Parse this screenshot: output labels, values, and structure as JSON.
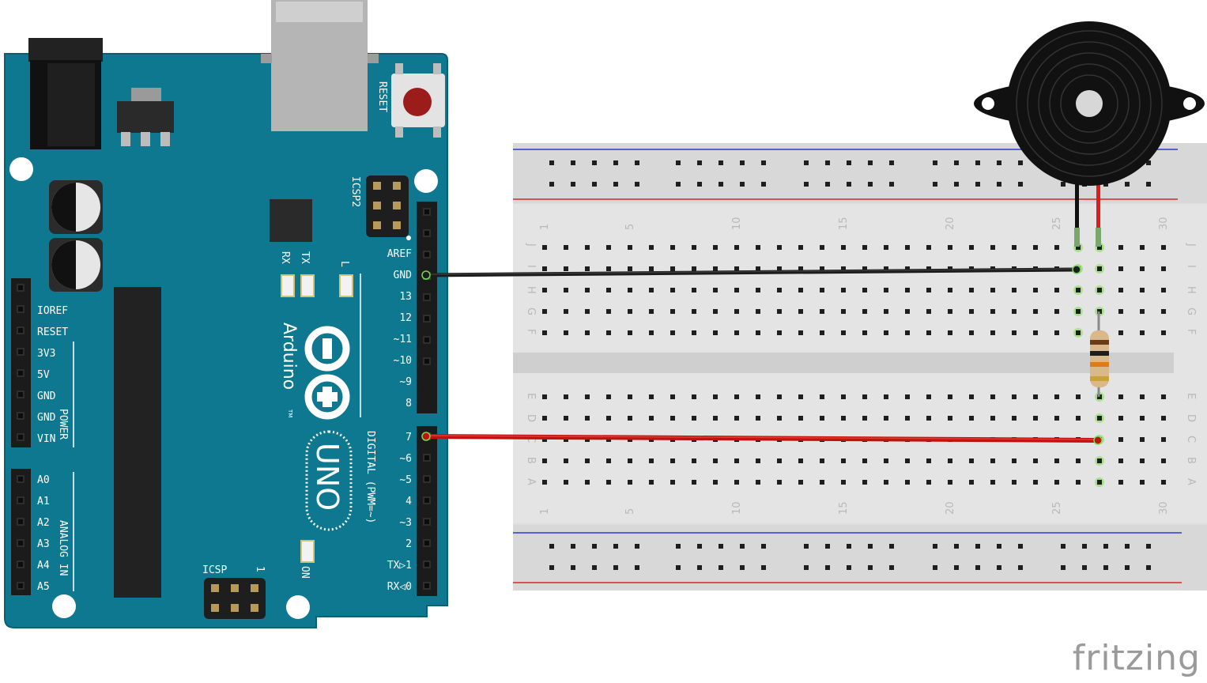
{
  "colors": {
    "board": "#0f7891",
    "board_edge": "#0a5f74",
    "breadboard": "#dcdcdc",
    "rail_red": "#d62828",
    "rail_blue": "#2a3bd0",
    "wire_black": "#1c1c1c",
    "wire_red": "#c0120f",
    "connected_hole": "#7bd65b",
    "buzzer": "#111111"
  },
  "arduino": {
    "brand": "Arduino",
    "model": "UNO",
    "tm": "TM",
    "reset_label": "RESET",
    "icsp2_label": "ICSP2",
    "icsp_label": "ICSP",
    "icsp_pin1": "1",
    "led_rx": "RX",
    "led_tx": "TX",
    "led_l": "L",
    "on_label": "ON",
    "digital_label": "DIGITAL (PWM=~)",
    "power_label": "POWER",
    "analog_label": "ANALOG IN",
    "left_pins_power": [
      "IOREF",
      "RESET",
      "3V3",
      "5V",
      "GND",
      "GND",
      "VIN"
    ],
    "left_pins_analog": [
      "A0",
      "A1",
      "A2",
      "A3",
      "A4",
      "A5"
    ],
    "right_pins_top": [
      "AREF",
      "GND",
      "13",
      "12",
      "~11",
      "~10",
      "~9",
      "8"
    ],
    "right_pins_bottom": [
      "7",
      "~6",
      "~5",
      "4",
      "~3",
      "2",
      "TX▷1",
      "RX◁0"
    ]
  },
  "breadboard": {
    "column_numbers": [
      "1",
      "5",
      "10",
      "15",
      "20",
      "25",
      "30"
    ],
    "rows_top": [
      "J",
      "I",
      "H",
      "G",
      "F"
    ],
    "rows_bottom": [
      "E",
      "D",
      "C",
      "B",
      "A"
    ]
  },
  "wires": [
    {
      "name": "gnd-wire",
      "from": "GND",
      "to": "breadboard I26",
      "color": "black"
    },
    {
      "name": "pin7-wire",
      "from": "7",
      "to": "breadboard C27",
      "color": "red"
    }
  ],
  "components": {
    "buzzer": "piezo-buzzer",
    "resistor": "resistor"
  },
  "brand_text": "fritzing"
}
